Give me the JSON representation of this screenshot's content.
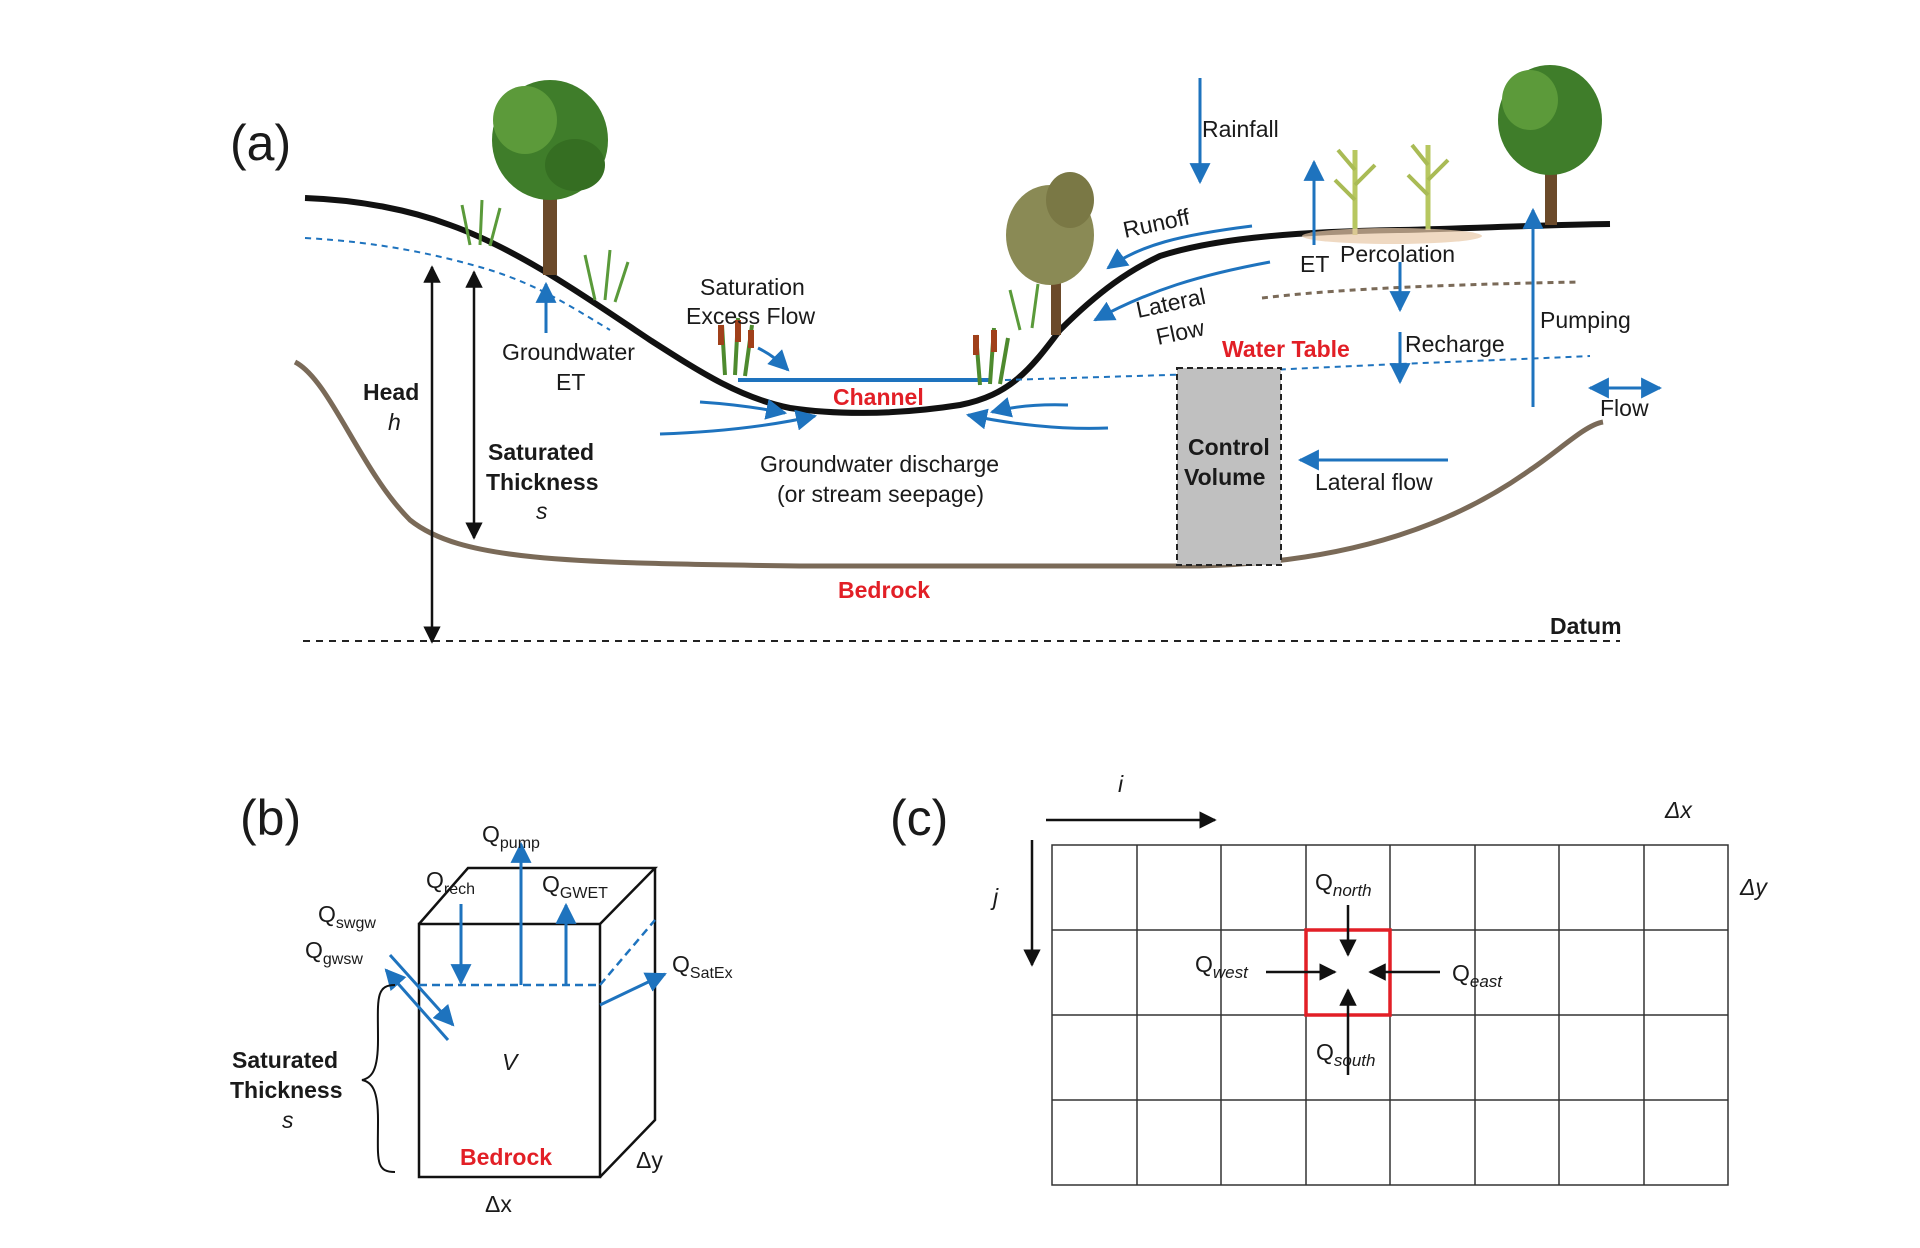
{
  "panel_a": {
    "panel_label": "(a)",
    "rainfall": "Rainfall",
    "runoff": "Runoff",
    "et_top": "ET",
    "percolation": "Percolation",
    "lateral_flow_1": "Lateral",
    "lateral_flow_2": "Flow",
    "water_table": "Water Table",
    "recharge": "Recharge",
    "pumping": "Pumping",
    "flow": "Flow",
    "saturation_1": "Saturation",
    "saturation_2": "Excess Flow",
    "gw_et_1": "Groundwater",
    "gw_et_2": "ET",
    "channel": "Channel",
    "head_1": "Head",
    "head_2": "h",
    "sat_1": "Saturated",
    "sat_2": "Thickness",
    "sat_3": "s",
    "gw_discharge_1": "Groundwater  discharge",
    "gw_discharge_2": "(or stream seepage)",
    "control_1": "Control",
    "control_2": "Volume",
    "lateral_flow_lower": "Lateral flow",
    "bedrock": "Bedrock",
    "datum": "Datum"
  },
  "panel_b": {
    "panel_label": "(b)",
    "q": "Q",
    "pump_sub": "pump",
    "rech_sub": "rech",
    "gwet_sub": "GWET",
    "swgw_sub": "swgw",
    "gwsw_sub": "gwsw",
    "satex_sub": "SatEx",
    "volume": "V",
    "sat_1": "Saturated",
    "sat_2": "Thickness",
    "sat_3": "s",
    "bedrock": "Bedrock",
    "dx": "Δx",
    "dy": "Δy"
  },
  "panel_c": {
    "panel_label": "(c)",
    "i": "i",
    "j": "j",
    "dx": "Δx",
    "dy": "Δy",
    "q": "Q",
    "north_sub": "north",
    "south_sub": "south",
    "west_sub": "west",
    "east_sub": "east"
  },
  "colors": {
    "blue": "#1e73be",
    "red": "#e21f26",
    "brown": "#7a6a58",
    "grey": "#c0c0c0"
  }
}
